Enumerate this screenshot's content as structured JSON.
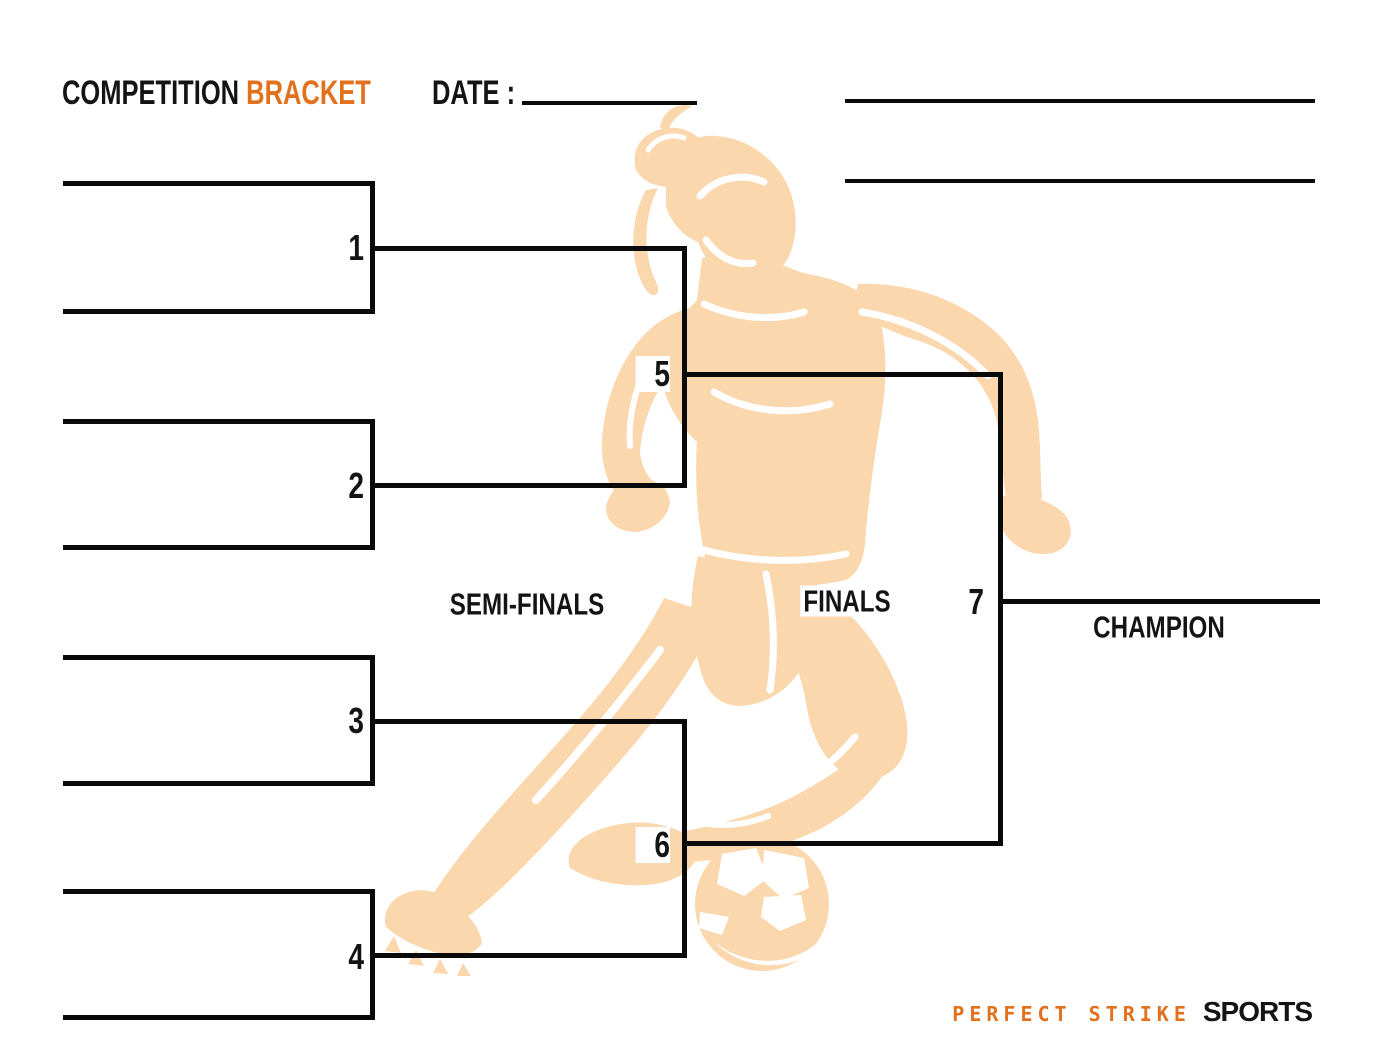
{
  "colors": {
    "accent_orange": "#e2711d",
    "line_black": "#0a0a0a",
    "silhouette_peach": "#fad7ad",
    "background": "#ffffff"
  },
  "header": {
    "title_primary": "COMPETITION",
    "title_accent": "BRACKET",
    "date_label": "DATE :"
  },
  "bracket": {
    "match_numbers": [
      "1",
      "2",
      "3",
      "4",
      "5",
      "6",
      "7"
    ],
    "labels": {
      "semifinals": "SEMI-FINALS",
      "finals": "FINALS",
      "champion": "CHAMPION"
    },
    "team_slot_count": "4"
  },
  "artwork": {
    "player_icon": "female-soccer-player-silhouette",
    "ball_icon": "soccer-ball"
  },
  "footer": {
    "brand_primary": "PERFECT STRIKE",
    "brand_secondary": "SPORTS"
  }
}
